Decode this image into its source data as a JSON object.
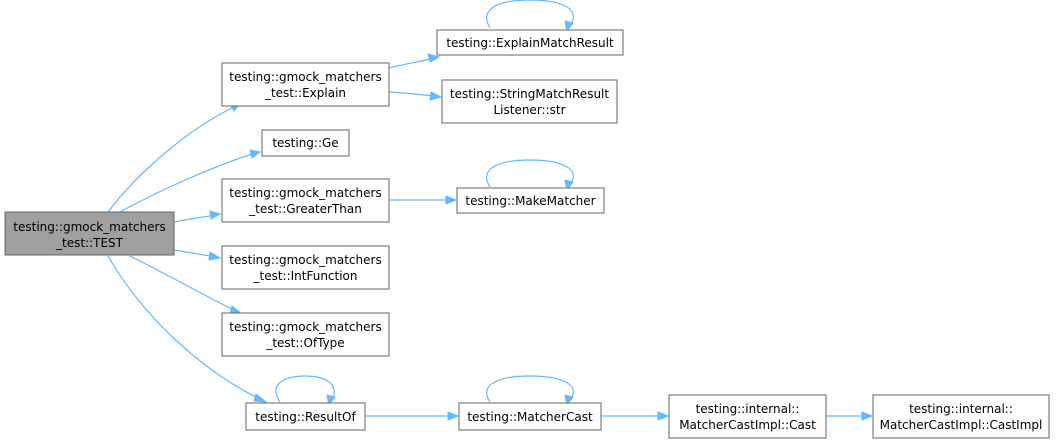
{
  "graph": {
    "nodes": {
      "test": {
        "lines": [
          "testing::gmock_matchers",
          "_test::TEST"
        ],
        "highlight": true
      },
      "explain": {
        "lines": [
          "testing::gmock_matchers",
          "_test::Explain"
        ]
      },
      "explain_match_result": {
        "lines": [
          "testing::ExplainMatchResult"
        ]
      },
      "string_listener_str": {
        "lines": [
          "testing::StringMatchResult",
          "Listener::str"
        ]
      },
      "ge": {
        "lines": [
          "testing::Ge"
        ]
      },
      "greater_than": {
        "lines": [
          "testing::gmock_matchers",
          "_test::GreaterThan"
        ]
      },
      "make_matcher": {
        "lines": [
          "testing::MakeMatcher"
        ]
      },
      "int_function": {
        "lines": [
          "testing::gmock_matchers",
          "_test::IntFunction"
        ]
      },
      "of_type": {
        "lines": [
          "testing::gmock_matchers",
          "_test::OfType"
        ]
      },
      "result_of": {
        "lines": [
          "testing::ResultOf"
        ]
      },
      "matcher_cast": {
        "lines": [
          "testing::MatcherCast"
        ]
      },
      "matcher_cast_impl_cast_1": {
        "lines": [
          "testing::internal::",
          "MatcherCastImpl::Cast"
        ]
      },
      "matcher_cast_impl_cast_2": {
        "lines": [
          "testing::internal::",
          "MatcherCastImpl::CastImpl"
        ]
      }
    },
    "colors": {
      "edge": "#63b8ff",
      "node_border": "#666666",
      "root_fill": "#a0a0a0"
    }
  }
}
